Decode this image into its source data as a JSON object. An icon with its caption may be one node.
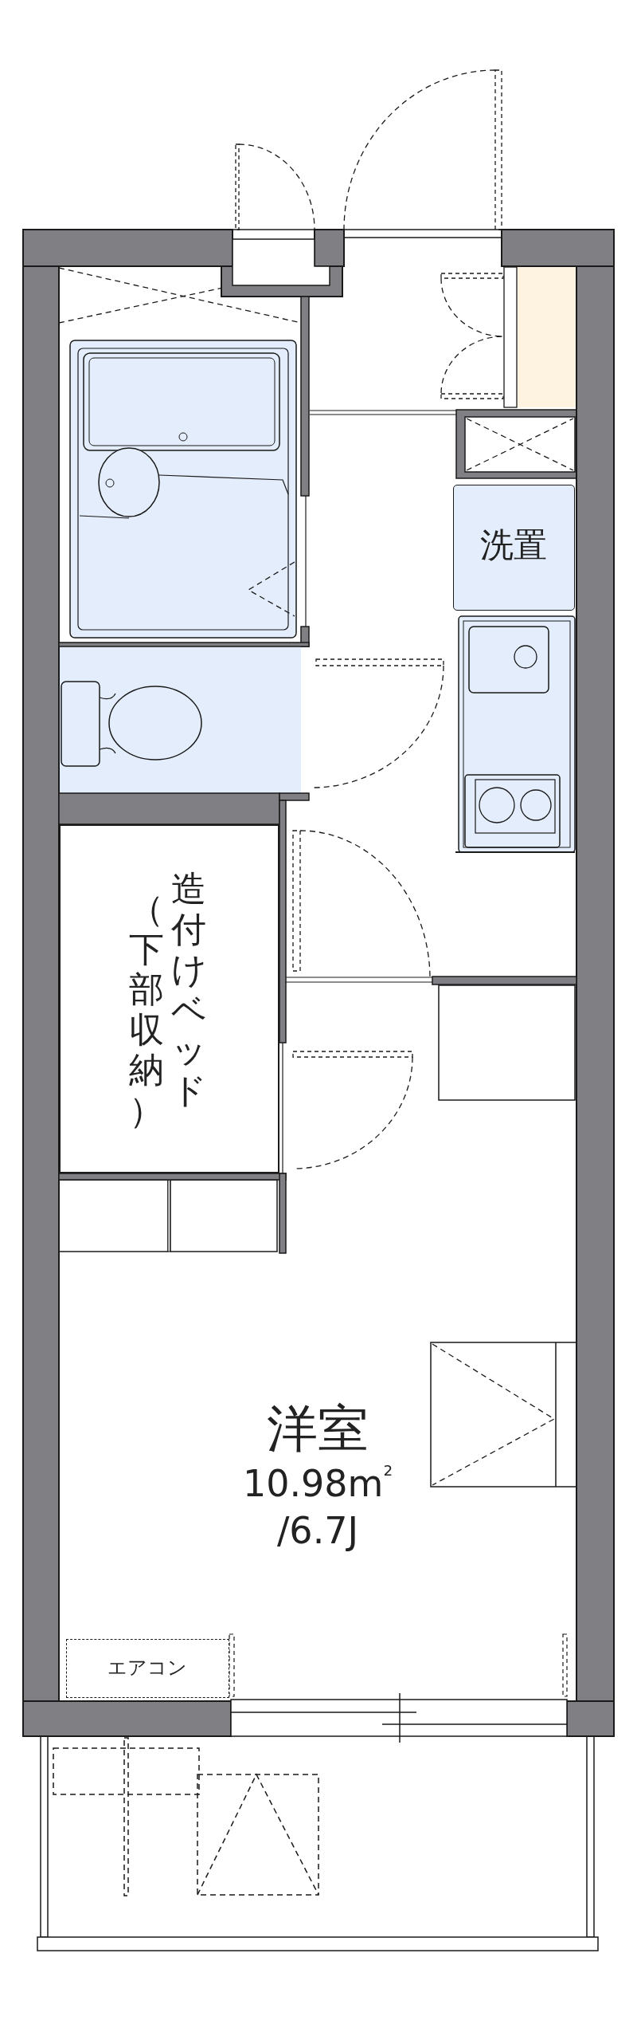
{
  "diagram": {
    "nodes": [
      {
        "text": [
          "洗置"
        ]
      },
      {
        "text": [
          "（下部収納）",
          "造付けベッド"
        ]
      },
      {
        "text": [
          "洋室",
          "10.98m$^{2}$",
          "/6.7J"
        ]
      },
      {
        "text": [
          "エアコン"
        ],
        "in": 2
      }
    ]
  }
}
